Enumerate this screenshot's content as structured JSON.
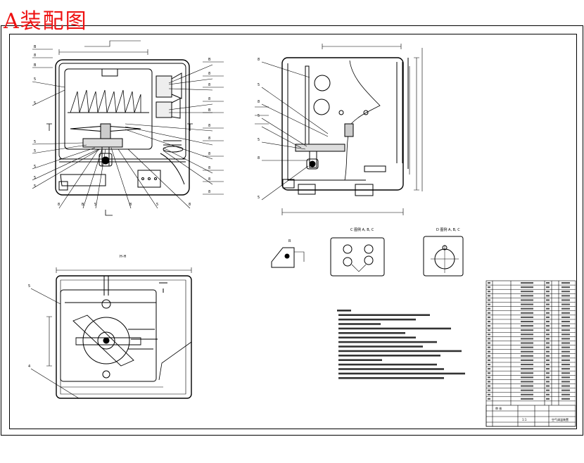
{
  "title": "A装配图",
  "colors": {
    "title": "#ee1111",
    "ink": "#000000",
    "paper": "#ffffff"
  },
  "drawing": {
    "views": [
      "front-section-view",
      "side-view",
      "bottom-section-view",
      "detail-views"
    ],
    "parts_table_rows": 29
  }
}
